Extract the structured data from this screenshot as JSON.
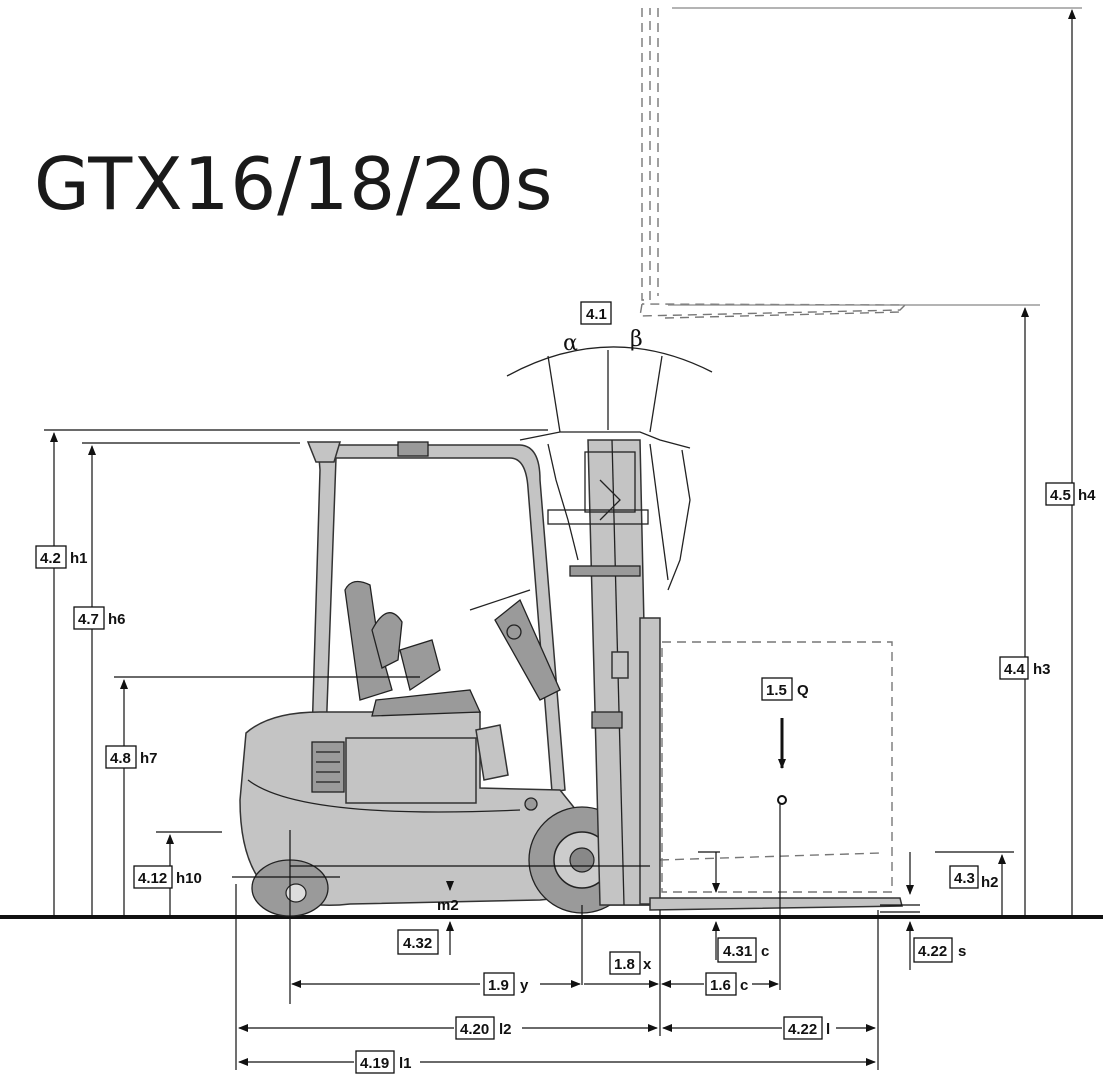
{
  "title": "GTX16/18/20s",
  "dimensions": [
    {
      "code": "4.2",
      "symbol": "h1"
    },
    {
      "code": "4.7",
      "symbol": "h6"
    },
    {
      "code": "4.8",
      "symbol": "h7"
    },
    {
      "code": "4.12",
      "symbol": "h10"
    },
    {
      "code": "4.32",
      "symbol": "m2"
    },
    {
      "code": "4.1",
      "symbol_left": "α",
      "symbol_right": "β"
    },
    {
      "code": "4.5",
      "symbol": "h4"
    },
    {
      "code": "4.4",
      "symbol": "h3"
    },
    {
      "code": "1.5",
      "symbol": "Q"
    },
    {
      "code": "4.3",
      "symbol": "h2"
    },
    {
      "code": "4.31",
      "symbol": "c"
    },
    {
      "code": "4.22",
      "symbol": "s"
    },
    {
      "code": "1.8",
      "symbol": "x"
    },
    {
      "code": "1.9",
      "symbol": "y"
    },
    {
      "code": "1.6",
      "symbol": "c"
    },
    {
      "code": "4.20",
      "symbol": "l2"
    },
    {
      "code": "4.22",
      "symbol": "l"
    },
    {
      "code": "4.19",
      "symbol": "l1"
    }
  ]
}
